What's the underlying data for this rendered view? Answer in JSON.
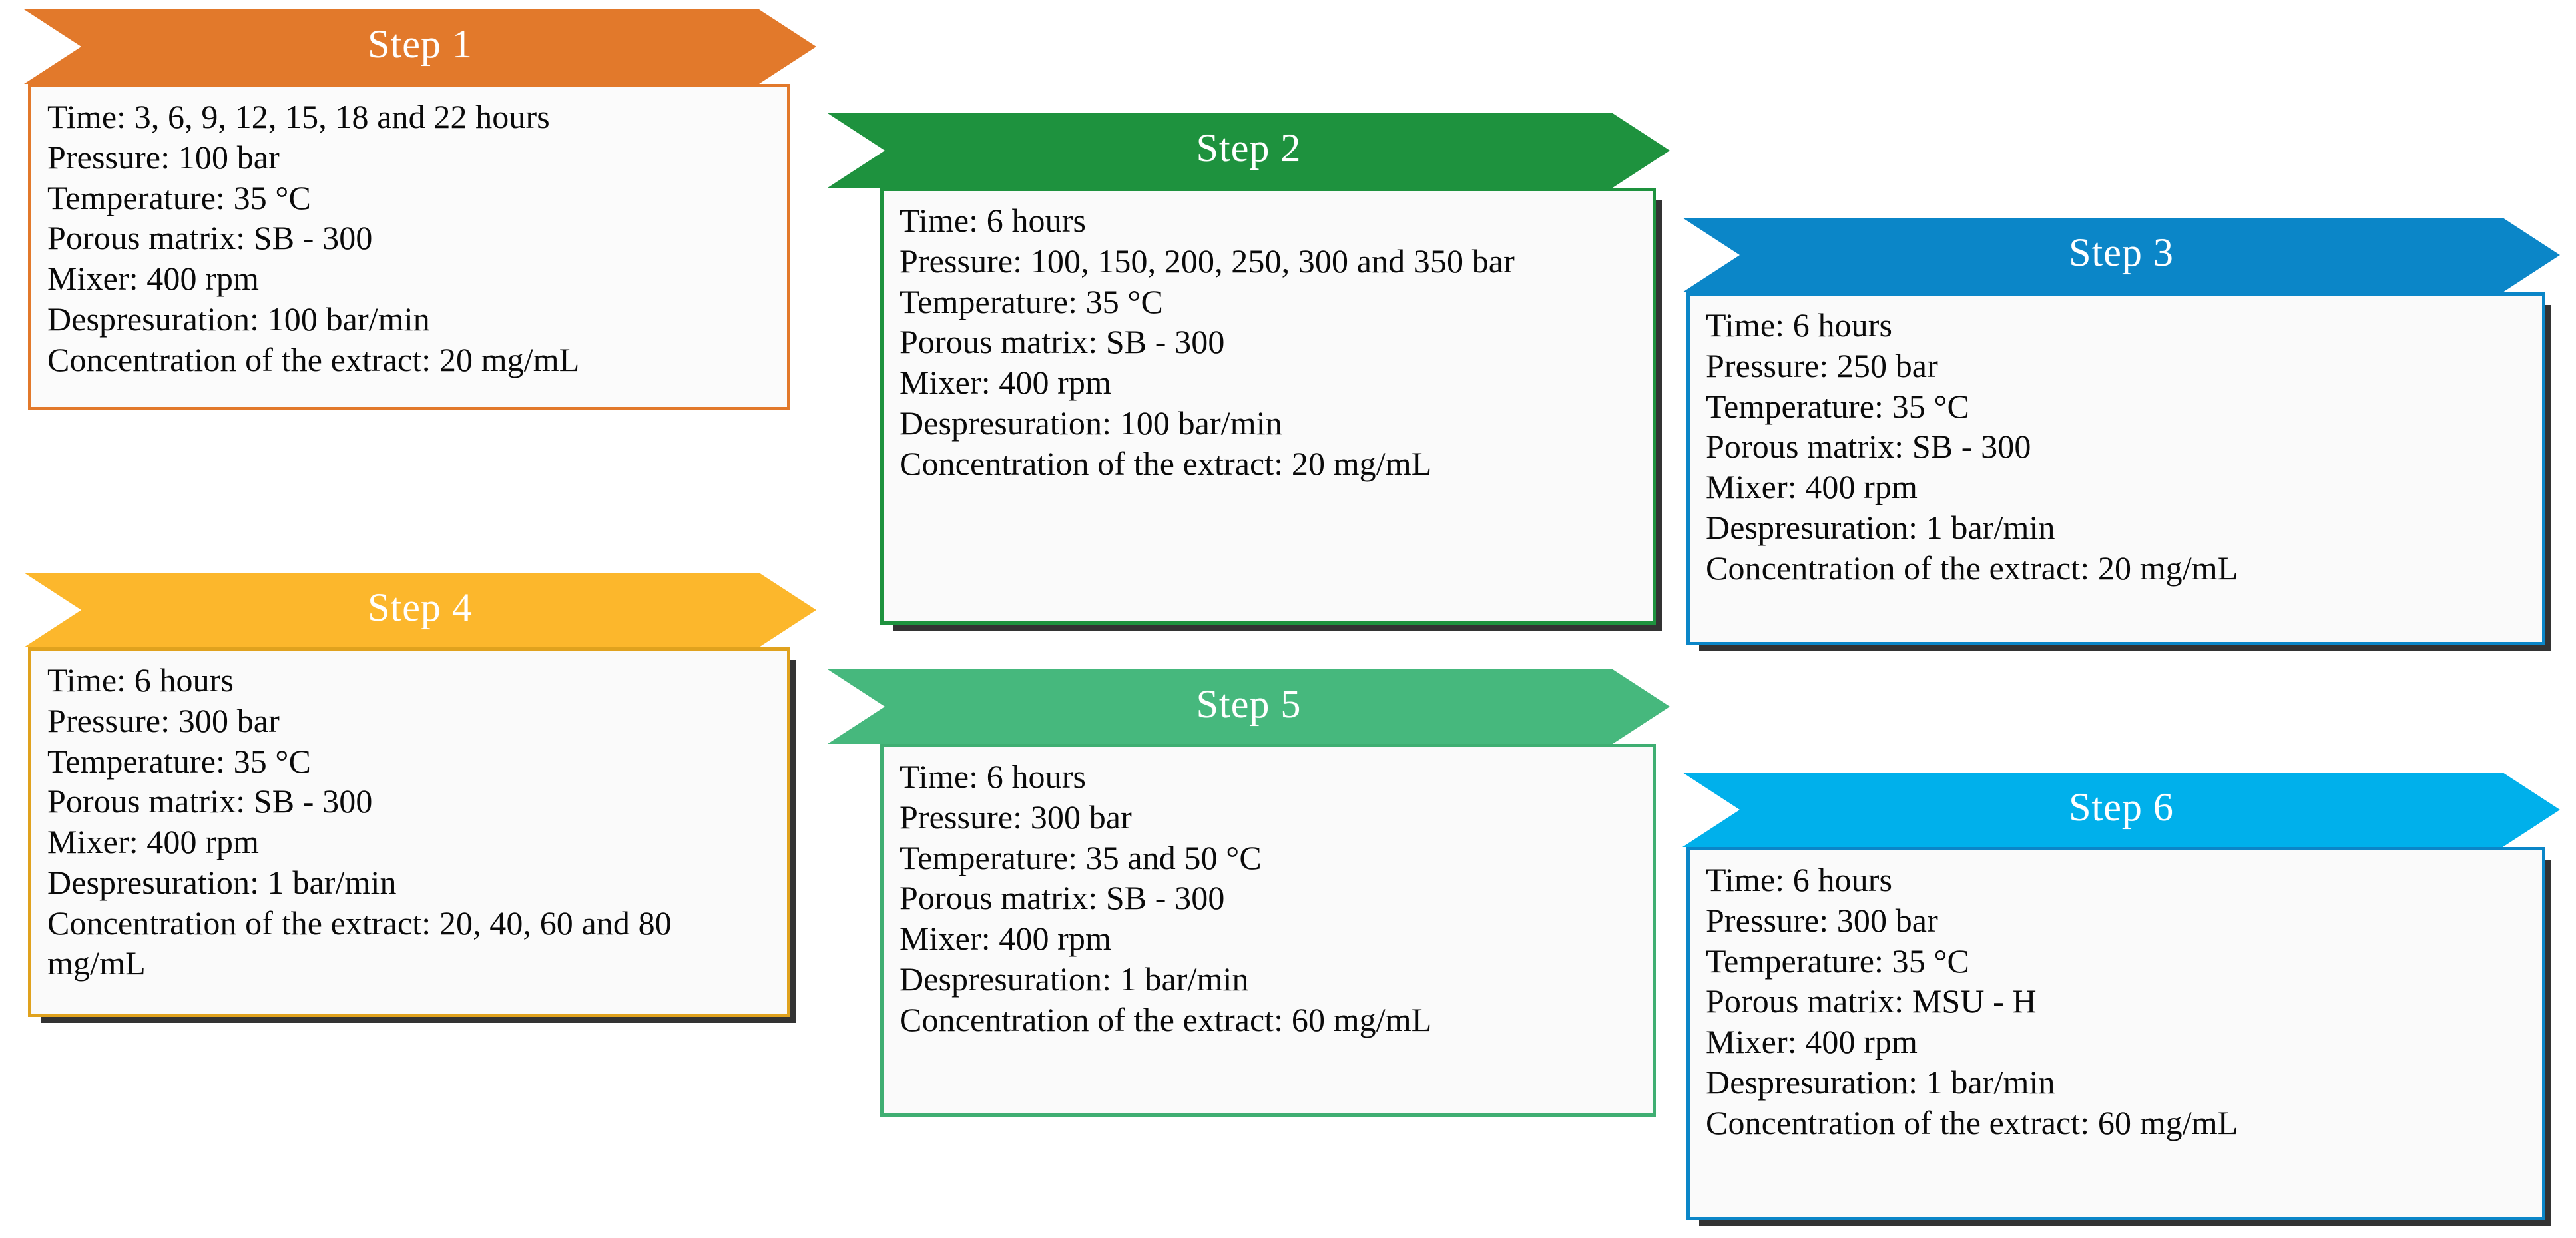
{
  "diagram": {
    "title": "Supercritical impregnation experimental design steps",
    "type": "process-flow",
    "palette": {
      "step1": "#E2792B",
      "step2": "#1E923E",
      "step3": "#0B86C8",
      "step4": "#FCB72C",
      "step5": "#46B87D",
      "step6": "#00B0EB",
      "card_background": "#FAFAFA",
      "text": "#0A0A0A",
      "banner_text": "#FFFFFF",
      "shadow": "#222222"
    },
    "steps": [
      {
        "id": "step1",
        "label": "Step 1",
        "color": "#E2792B",
        "lines": [
          "Time: 3, 6, 9, 12, 15, 18 and 22 hours",
          "Pressure: 100 bar",
          "Temperature: 35 °C",
          "Porous matrix: SB - 300",
          "Mixer: 400 rpm",
          "Despresuration: 100 bar/min",
          "Concentration of the extract: 20 mg/mL"
        ],
        "parameters": {
          "time": "3, 6, 9, 12, 15, 18 and 22 hours",
          "pressure": "100 bar",
          "temperature": "35 °C",
          "porous_matrix": "SB - 300",
          "mixer": "400 rpm",
          "despresuration": "100 bar/min",
          "concentration_of_the_extract": "20 mg/mL"
        }
      },
      {
        "id": "step2",
        "label": "Step 2",
        "color": "#1E923E",
        "lines": [
          "Time: 6 hours",
          "Pressure: 100, 150, 200, 250, 300 and 350 bar",
          "Temperature: 35 °C",
          "Porous matrix: SB - 300",
          "Mixer: 400 rpm",
          "Despresuration: 100 bar/min",
          "Concentration of the extract: 20 mg/mL"
        ],
        "parameters": {
          "time": "6 hours",
          "pressure": "100, 150, 200, 250, 300 and 350 bar",
          "temperature": "35 °C",
          "porous_matrix": "SB - 300",
          "mixer": "400 rpm",
          "despresuration": "100 bar/min",
          "concentration_of_the_extract": "20 mg/mL"
        }
      },
      {
        "id": "step3",
        "label": "Step 3",
        "color": "#0B86C8",
        "lines": [
          "Time: 6 hours",
          "Pressure: 250 bar",
          "Temperature: 35 °C",
          "Porous matrix: SB - 300",
          "Mixer: 400 rpm",
          "Despresuration: 1 bar/min",
          "Concentration of the extract: 20 mg/mL"
        ],
        "parameters": {
          "time": "6 hours",
          "pressure": "250 bar",
          "temperature": "35 °C",
          "porous_matrix": "SB - 300",
          "mixer": "400 rpm",
          "despresuration": "1 bar/min",
          "concentration_of_the_extract": "20 mg/mL"
        }
      },
      {
        "id": "step4",
        "label": "Step 4",
        "color": "#FCB72C",
        "lines": [
          "Time: 6 hours",
          "Pressure: 300 bar",
          "Temperature: 35 °C",
          "Porous matrix: SB - 300",
          "Mixer: 400 rpm",
          "Despresuration: 1 bar/min",
          "Concentration of the extract: 20, 40, 60 and 80  mg/mL"
        ],
        "parameters": {
          "time": "6 hours",
          "pressure": "300 bar",
          "temperature": "35 °C",
          "porous_matrix": "SB - 300",
          "mixer": "400 rpm",
          "despresuration": "1 bar/min",
          "concentration_of_the_extract": "20, 40, 60 and 80  mg/mL"
        }
      },
      {
        "id": "step5",
        "label": "Step 5",
        "color": "#46B87D",
        "lines": [
          "Time: 6 hours",
          "Pressure: 300 bar",
          "Temperature: 35 and 50 °C",
          "Porous matrix: SB - 300",
          "Mixer: 400 rpm",
          "Despresuration: 1 bar/min",
          "Concentration of the extract: 60 mg/mL"
        ],
        "parameters": {
          "time": "6 hours",
          "pressure": "300 bar",
          "temperature": "35 and 50 °C",
          "porous_matrix": "SB - 300",
          "mixer": "400 rpm",
          "despresuration": "1 bar/min",
          "concentration_of_the_extract": "60 mg/mL"
        }
      },
      {
        "id": "step6",
        "label": "Step 6",
        "color": "#00B0EB",
        "lines": [
          "Time: 6 hours",
          "Pressure: 300 bar",
          "Temperature: 35 °C",
          "Porous matrix: MSU - H",
          "Mixer: 400 rpm",
          "Despresuration: 1 bar/min",
          "Concentration of the extract: 60 mg/mL"
        ],
        "parameters": {
          "time": "6 hours",
          "pressure": "300 bar",
          "temperature": "35 °C",
          "porous_matrix": "MSU - H",
          "mixer": "400 rpm",
          "despresuration": "1 bar/min",
          "concentration_of_the_extract": "60 mg/mL"
        }
      }
    ]
  }
}
